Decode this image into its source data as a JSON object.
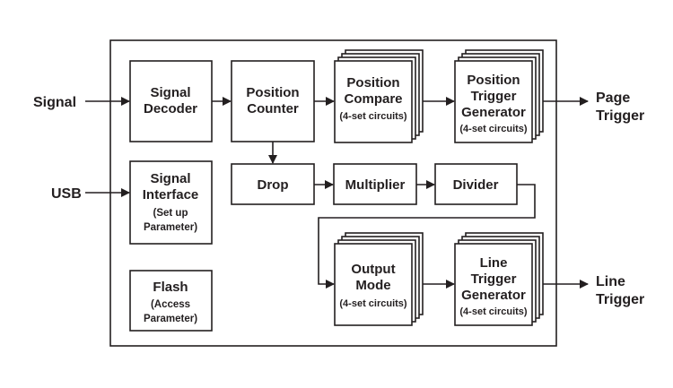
{
  "external": {
    "signal_in": "Signal",
    "usb_in": "USB",
    "page_trigger": [
      "Page",
      "Trigger"
    ],
    "line_trigger": [
      "Line",
      "Trigger"
    ]
  },
  "blocks": {
    "signal_decoder": [
      "Signal",
      "Decoder"
    ],
    "signal_interface": [
      "Signal",
      "Interface"
    ],
    "signal_interface_sub": [
      "(Set up",
      "Parameter)"
    ],
    "flash": [
      "Flash"
    ],
    "flash_sub": [
      "(Access",
      "Parameter)"
    ],
    "position_counter": [
      "Position",
      "Counter"
    ],
    "position_compare": [
      "Position",
      "Compare"
    ],
    "position_compare_sub": "(4-set circuits)",
    "position_trigger_generator": [
      "Position",
      "Trigger",
      "Generator"
    ],
    "position_trigger_generator_sub": "(4-set circuits)",
    "drop": "Drop",
    "multiplier": "Multiplier",
    "divider": "Divider",
    "output_mode": [
      "Output",
      "Mode"
    ],
    "output_mode_sub": "(4-set circuits)",
    "line_trigger_generator": [
      "Line",
      "Trigger",
      "Generator"
    ],
    "line_trigger_generator_sub": "(4-set circuits)"
  }
}
